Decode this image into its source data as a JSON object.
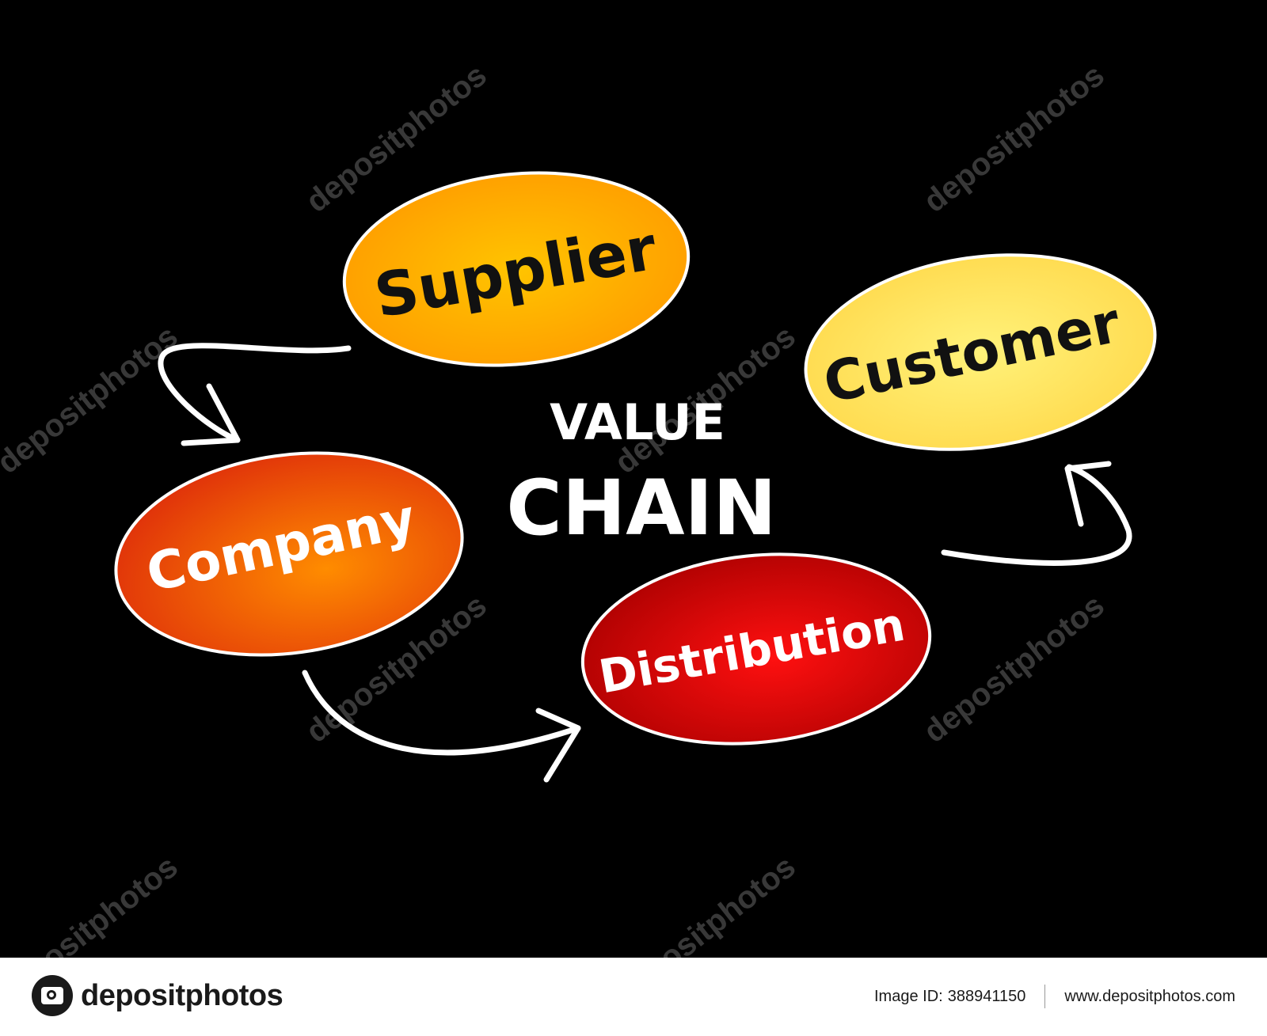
{
  "diagram": {
    "title_line1": "VALUE",
    "title_line2": "CHAIN",
    "nodes": [
      {
        "id": "supplier",
        "label": "Supplier",
        "fill": "#ffb300",
        "text_color": "#111111"
      },
      {
        "id": "customer",
        "label": "Customer",
        "fill": "#ffe24a",
        "text_color": "#111111"
      },
      {
        "id": "company",
        "label": "Company",
        "fill": "#ff6a00",
        "text_color": "#ffffff"
      },
      {
        "id": "distribution",
        "label": "Distribution",
        "fill": "#e0000f",
        "text_color": "#ffffff"
      }
    ],
    "edges": [
      {
        "from": "supplier",
        "to": "company"
      },
      {
        "from": "company",
        "to": "distribution"
      },
      {
        "from": "distribution",
        "to": "customer"
      }
    ]
  },
  "watermark": {
    "text": "depositphotos"
  },
  "footer": {
    "brand": "depositphotos",
    "image_id_label": "Image ID:",
    "image_id": "388941150",
    "url": "www.depositphotos.com"
  },
  "colors": {
    "background": "#000000",
    "stroke": "#ffffff"
  }
}
